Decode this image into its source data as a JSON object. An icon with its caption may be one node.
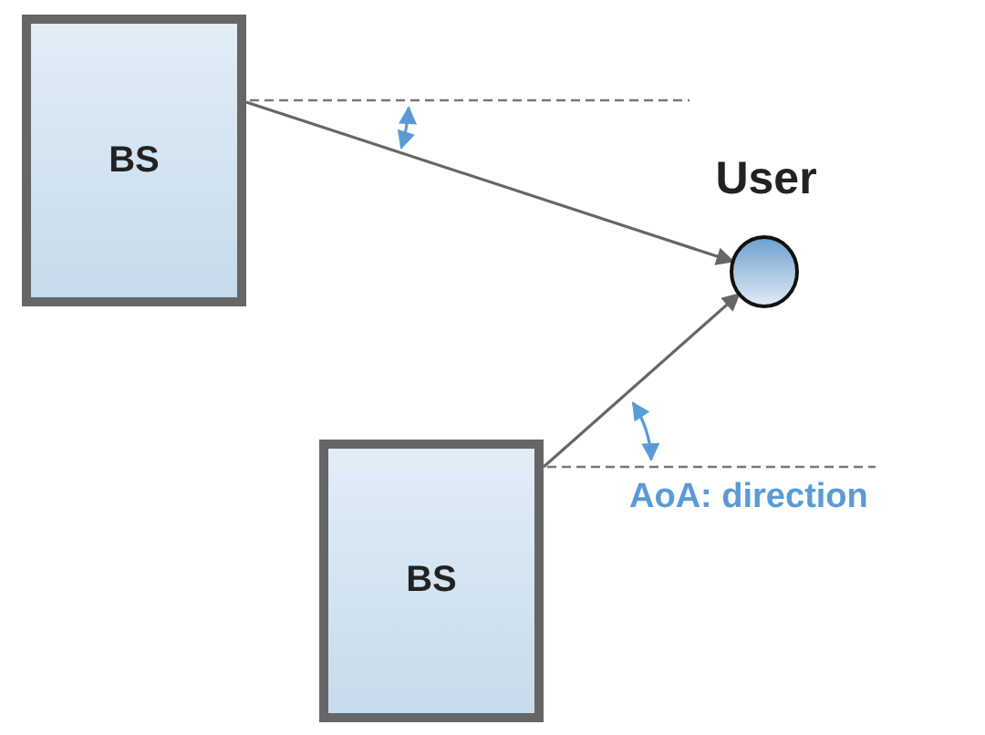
{
  "diagram": {
    "nodes": [
      {
        "text": [
          "BS"
        ]
      },
      {
        "text": [
          "User"
        ]
      },
      {
        "text": [
          "BS"
        ]
      }
    ],
    "edges": [
      {
        "from": 0,
        "to": 1,
        "arrow": "to"
      },
      {
        "from": 2,
        "to": 1,
        "arrow": "to"
      }
    ],
    "labels": [
      "AoA: direction"
    ]
  }
}
